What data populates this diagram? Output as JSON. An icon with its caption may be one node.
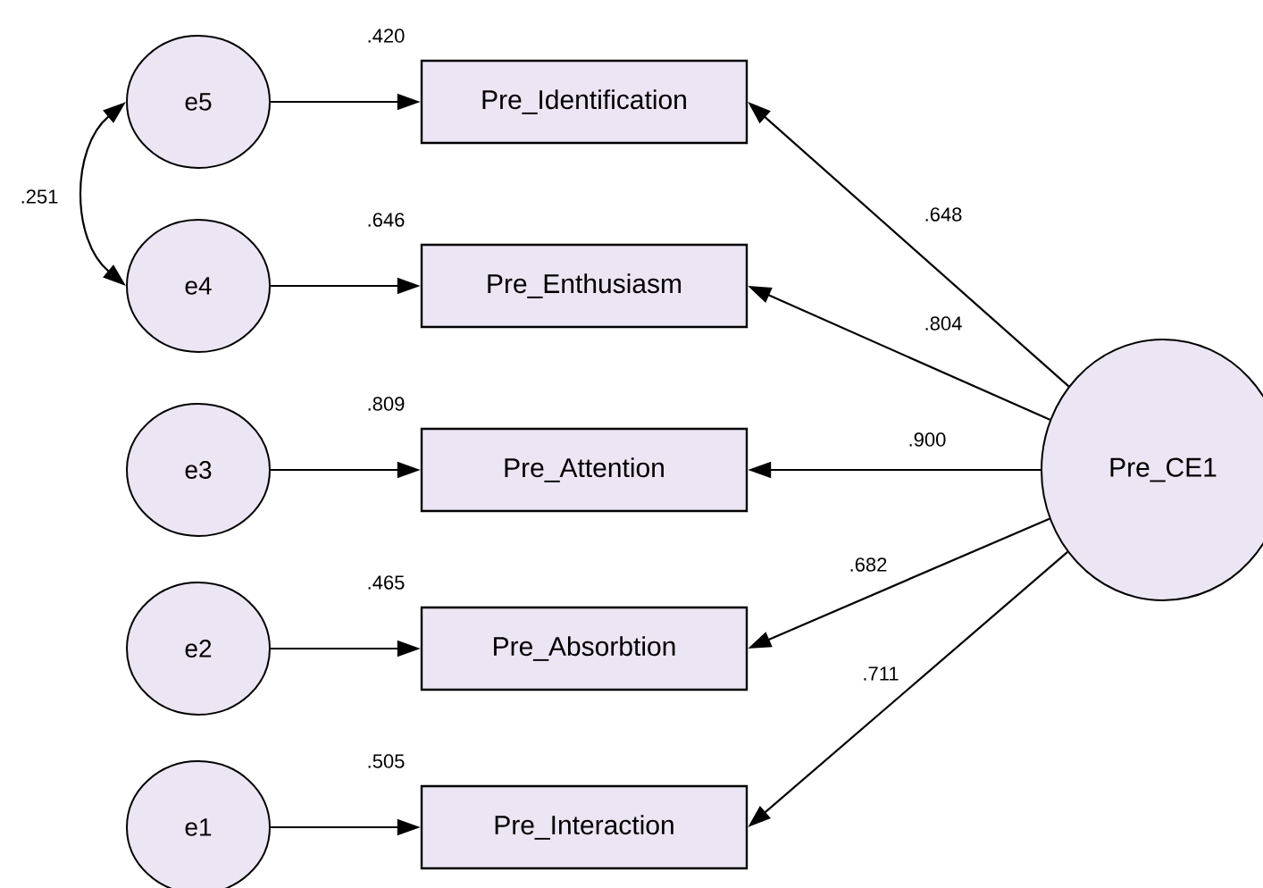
{
  "diagram": {
    "nodes": [
      {
        "text": [
          "e5"
        ]
      },
      {
        "text": [
          "e4"
        ]
      },
      {
        "text": [
          "e3"
        ]
      },
      {
        "text": [
          "e2"
        ]
      },
      {
        "text": [
          "e1"
        ]
      },
      {
        "text": [
          "Pre_Identification"
        ],
        "beside": [
          ".420"
        ]
      },
      {
        "text": [
          "Pre_Enthusiasm"
        ],
        "beside": [
          ".646"
        ]
      },
      {
        "text": [
          "Pre_Attention"
        ],
        "beside": [
          ".809"
        ]
      },
      {
        "text": [
          "Pre_Absorbtion"
        ],
        "beside": [
          ".465"
        ]
      },
      {
        "text": [
          "Pre_Interaction"
        ],
        "beside": [
          ".505"
        ]
      },
      {
        "text": [
          "Pre_CE1"
        ]
      }
    ],
    "edges": [
      {
        "from": 1,
        "to": 0,
        "arrow": "both",
        "label": ".251"
      },
      {
        "from": 0,
        "to": 5,
        "arrow": "to"
      },
      {
        "from": 1,
        "to": 6,
        "arrow": "to"
      },
      {
        "from": 2,
        "to": 7,
        "arrow": "to"
      },
      {
        "from": 3,
        "to": 8,
        "arrow": "to"
      },
      {
        "from": 4,
        "to": 9,
        "arrow": "to"
      },
      {
        "from": 10,
        "to": 5,
        "arrow": "to",
        "label": ".648"
      },
      {
        "from": 10,
        "to": 6,
        "arrow": "to",
        "label": ".804"
      },
      {
        "from": 10,
        "to": 7,
        "arrow": "to",
        "label": ".900"
      },
      {
        "from": 10,
        "to": 8,
        "arrow": "to",
        "label": ".682"
      },
      {
        "from": 10,
        "to": 9,
        "arrow": "to",
        "label": ".711"
      }
    ]
  }
}
